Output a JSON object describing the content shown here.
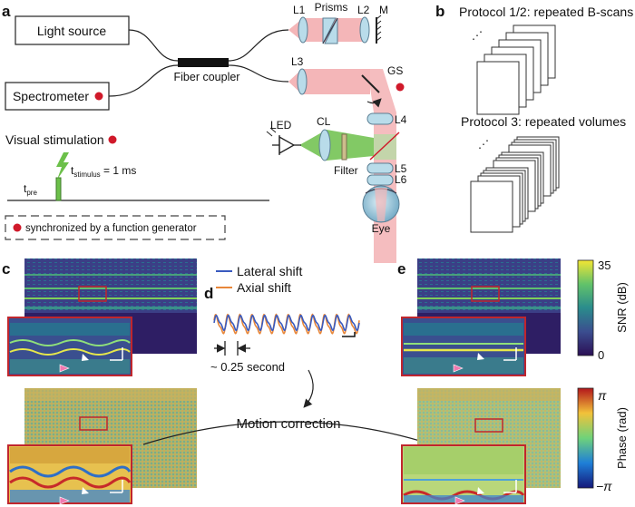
{
  "panels": {
    "a": "a",
    "b": "b",
    "c": "c",
    "d": "d",
    "e": "e"
  },
  "setup": {
    "light_source": "Light source",
    "spectrometer": "Spectrometer",
    "fiber_coupler": "Fiber coupler",
    "L1": "L1",
    "prisms": "Prisms",
    "L2": "L2",
    "M": "M",
    "L3": "L3",
    "GS": "GS",
    "L4": "L4",
    "LED": "LED",
    "CL": "CL",
    "filter": "Filter",
    "L5": "L5",
    "L6": "L6",
    "eye": "Eye"
  },
  "stimulus": {
    "title": "Visual stimulation",
    "t_pre": "t",
    "t_pre_sub": "pre",
    "t_stim": "t",
    "t_stim_sub": "stimulus",
    "t_stim_value": " = 1 ms",
    "sync_note": "synchronized by a function generator"
  },
  "protocols": {
    "p12": "Protocol 1/2: repeated B-scans",
    "p3": "Protocol 3: repeated volumes",
    "dots": "⋰"
  },
  "motion": {
    "legend_lateral": "Lateral shift",
    "legend_axial": "Axial shift",
    "interval": "~ 0.25 second",
    "correction": "Motion correction"
  },
  "colorbars": {
    "snr_label": "SNR (dB)",
    "snr_max": "35",
    "snr_min": "0",
    "phase_label": "Phase (rad)",
    "phase_max": "π",
    "phase_min": "−π"
  },
  "colors": {
    "red_dot": "#d0192a",
    "green_led": "#6cc04a",
    "pink_beam": "#f4b6b8",
    "lens": "#b9dcea",
    "lateral": "#3a5bbf",
    "axial": "#e8873a",
    "box_red": "#c0262d",
    "pink_arrow": "#f07ab0"
  }
}
